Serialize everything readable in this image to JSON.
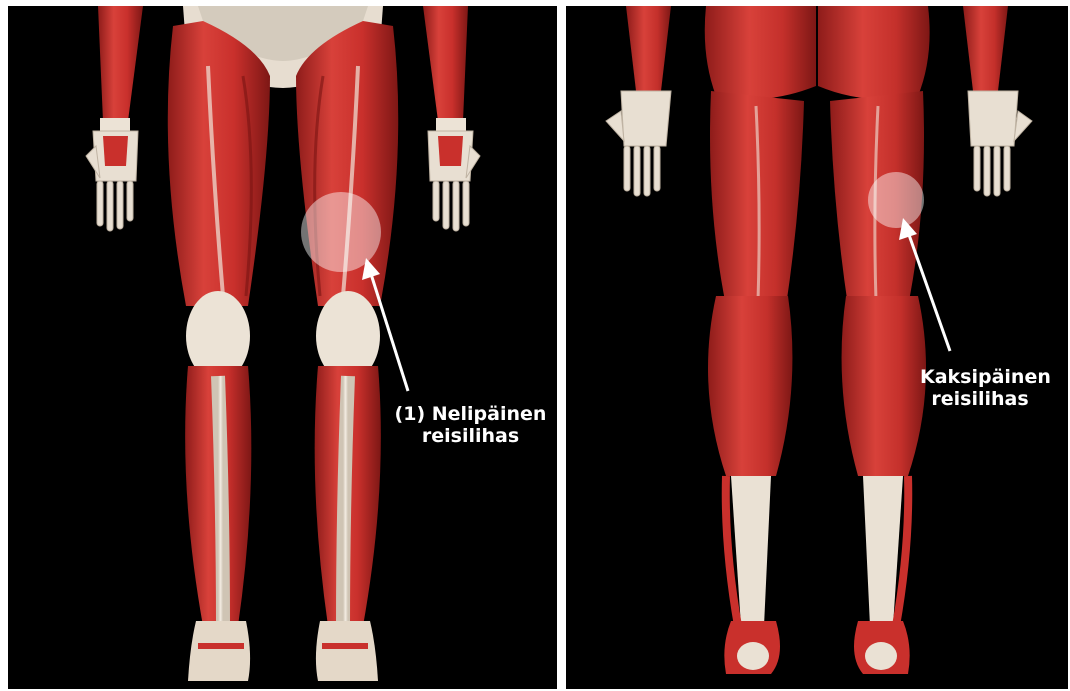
{
  "panels": {
    "front": {
      "callout_line1": "(1) Nelipäinen",
      "callout_line2": "reisilihas"
    },
    "back": {
      "callout_line1": "Kaksipäinen",
      "callout_line2": "reisilihas"
    }
  },
  "colors": {
    "background": "#000000",
    "muscle": "#c9302c",
    "muscle_dark": "#8e1c1a",
    "tendon": "#eadfd0",
    "highlight": "#ffffff"
  }
}
